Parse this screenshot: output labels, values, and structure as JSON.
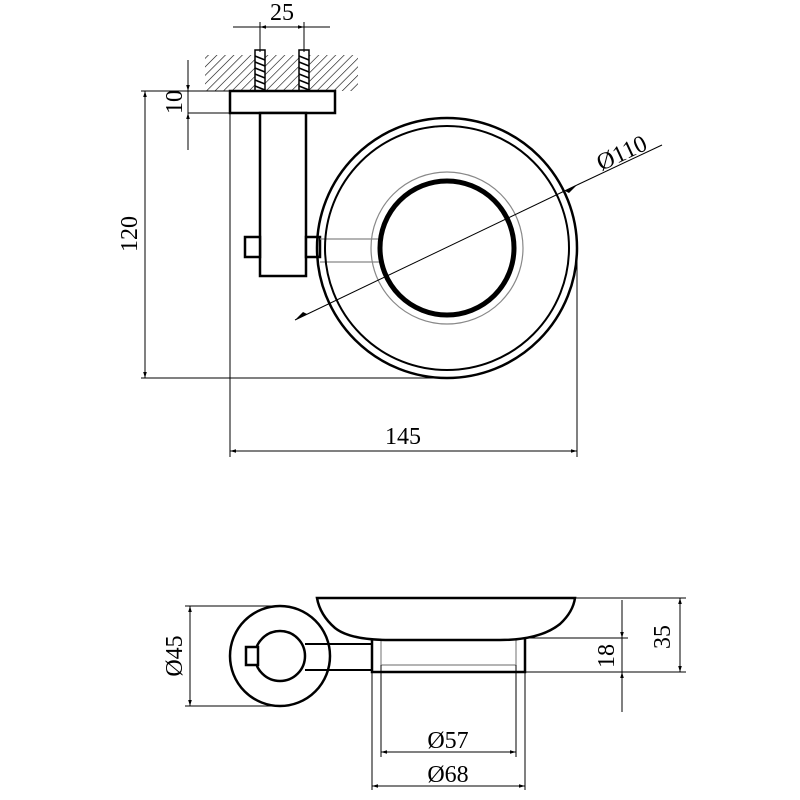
{
  "diagram": {
    "top_view": {
      "dimensions": {
        "pin_spacing": "25",
        "plate_thickness": "10",
        "height": "120",
        "diameter_dish": "Ø110",
        "width": "145"
      }
    },
    "side_view": {
      "dimensions": {
        "mount_diameter": "Ø45",
        "inner_ring_diameter": "Ø57",
        "outer_ring_diameter": "Ø68",
        "ring_height": "18",
        "total_height": "35"
      }
    },
    "colors": {
      "stroke": "#000000",
      "hatch": "#000000",
      "grey_line": "#888888"
    }
  }
}
